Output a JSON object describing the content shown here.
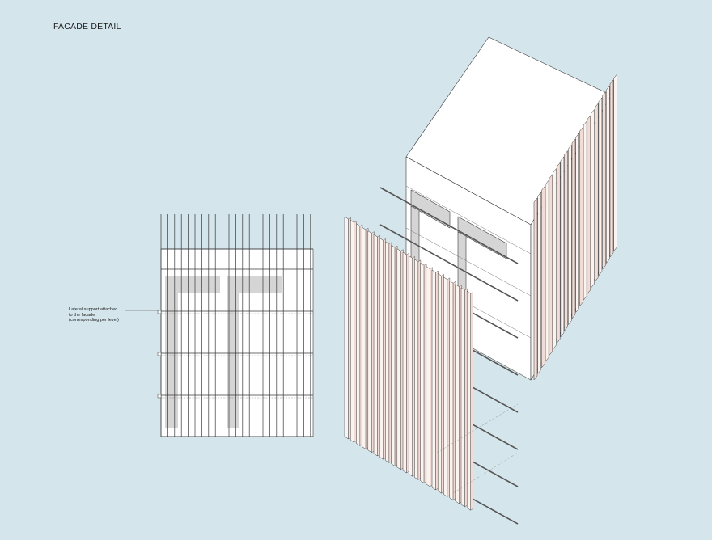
{
  "header": {
    "title": "FACADE DETAIL"
  },
  "annotation": {
    "line1": "Lateral support attached",
    "line2": "to the facade",
    "line3": "(corresponding per level)"
  },
  "colors": {
    "background": "#d4e5eb",
    "fin_face": "#fbf3ef",
    "fin_shade": "#f2ddd6",
    "building_face": "#ffffff",
    "opening_shadow": "#d5d5d5",
    "line": "#3a3a3a"
  }
}
